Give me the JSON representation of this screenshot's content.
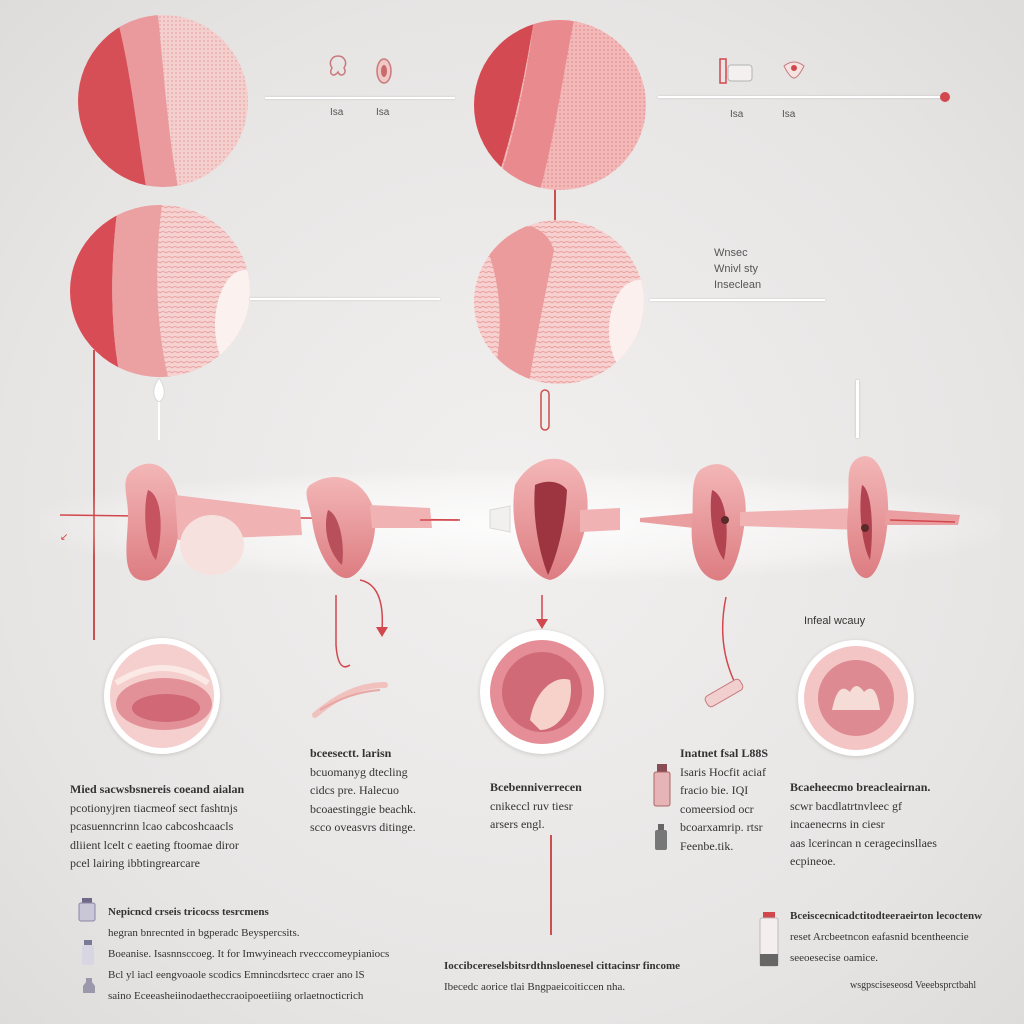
{
  "top_labels": {
    "left": [
      "Isa",
      "Isa"
    ],
    "right": [
      "Isa",
      "Isa"
    ],
    "right_b": [
      "Wnsec",
      "Wnivl sty",
      "Inseclean"
    ]
  },
  "mid_heading": "Infeal wcauy",
  "captions": {
    "col1": [
      "Mied sacwsbsnereis coeand aialan",
      "pcotionyjren tiacmeof sect fashtnjs",
      "pcasuenncrinn lcao cabcoshcaacls",
      "dliient lcelt c eaeting ftoomae diror",
      "pcel lairing ibbtingrearcare"
    ],
    "col2": [
      "bceesectt. larisn",
      "bcuomanyg dtecling",
      "cidcs pre. Halecuo",
      "bcoaestinggie beachk.",
      "scco oveasvrs ditinge."
    ],
    "col3": [
      "Bcebenniverrecen",
      "cnikeccl ruv tiesr",
      "arsers engl."
    ],
    "col4": [
      "Inatnet fsal L88S",
      "Isaris Hocfit aciaf",
      "fracio bie. IQI",
      "comeersiod ocr",
      "bcoarxamrip. rtsr",
      "Feenbe.tik."
    ],
    "col5": [
      "Bcaeheecmo breacleairnan.",
      "scwr bacdlatrtnvleec gf",
      "incaenecrns in ciesr",
      "aas lcerincan n ceragecinsllaes",
      "ecpineoe."
    ]
  },
  "footer": {
    "left_title": "Nepicncd crseis tricocss tesrcmens",
    "left_lines": [
      "hegran bnrecnted in bgperadc Beyspercsits.",
      "Boeanise. Isasnnsccoeg. It for Imwyineach rvecccomeypianiocs",
      "Bcl yl iacl eengvoaole scodics Emnincdsrtecc craer ano lS",
      "saino Eceeasheiinodaetheccraoipoeetiiing orlaetnocticrich"
    ],
    "center_lines": [
      "Ioccibcereselsbitsrdthnsloenesel cittacinsr fincome",
      "Ibecedc aorice tlai Bngpaeicoiticcen nha."
    ],
    "right_lines": [
      "Bceiscecnicadctitodteeraeirton lecoctenw",
      "reset Arcbeetncon eafasnid bcentheencie",
      "seeoesecise oamice."
    ],
    "bottom_right": "wsgpsciseseosd Veeebsprctbahl"
  },
  "colors": {
    "accent": "#d2474d",
    "tissue": "#e58e93",
    "tissue_light": "#f4c6c4",
    "background": "#e8e6e5"
  },
  "icons": [
    "bottle-icon",
    "vial-icon",
    "syringe-icon",
    "tissue-icon"
  ]
}
